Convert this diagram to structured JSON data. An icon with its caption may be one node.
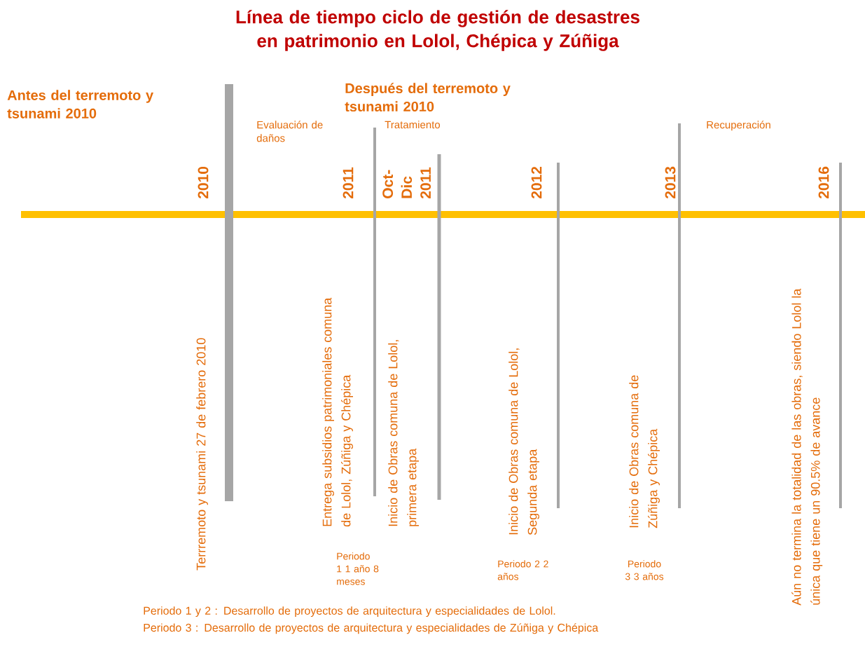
{
  "diagram": {
    "title": "Línea de  tiempo ciclo de gestión de desastres en patrimonio en Lolol, Chépica y Zúñiga",
    "labels": [
      "Antes del terremoto y tsunami 2010",
      "Después del terremoto y tsunami 2010",
      "Evaluación de daños",
      "Tratamiento",
      "Recuperación",
      "2010",
      "2011",
      "Oct-Dic 2011",
      "2012",
      "2013",
      "2016",
      "Terrremoto y tsunami 27 de febrero 2010",
      "Entrega subsidios patrimoniales comuna de Lolol, Zúñiga y Chépica",
      "Inicio de Obras comuna de Lolol, primera etapa",
      "Inicio de Obras comuna de Lolol, Segunda etapa",
      "Inicio de Obras comuna de Zúñiga y Chépica",
      "Aún no termina la totalidad de las obras, siendo Lolol la única que tiene un 90.5% de avance",
      "Periodo 1 1 año 8 meses",
      "Periodo 2 2 años",
      "Periodo 3 3 años",
      "Periodo 1  y 2 : Desarrollo de proyectos de arquitectura y especialidades de Lolol.",
      "Periodo 3 : Desarrollo de proyectos de arquitectura y especialidades de Zúñiga y Chépica"
    ]
  }
}
